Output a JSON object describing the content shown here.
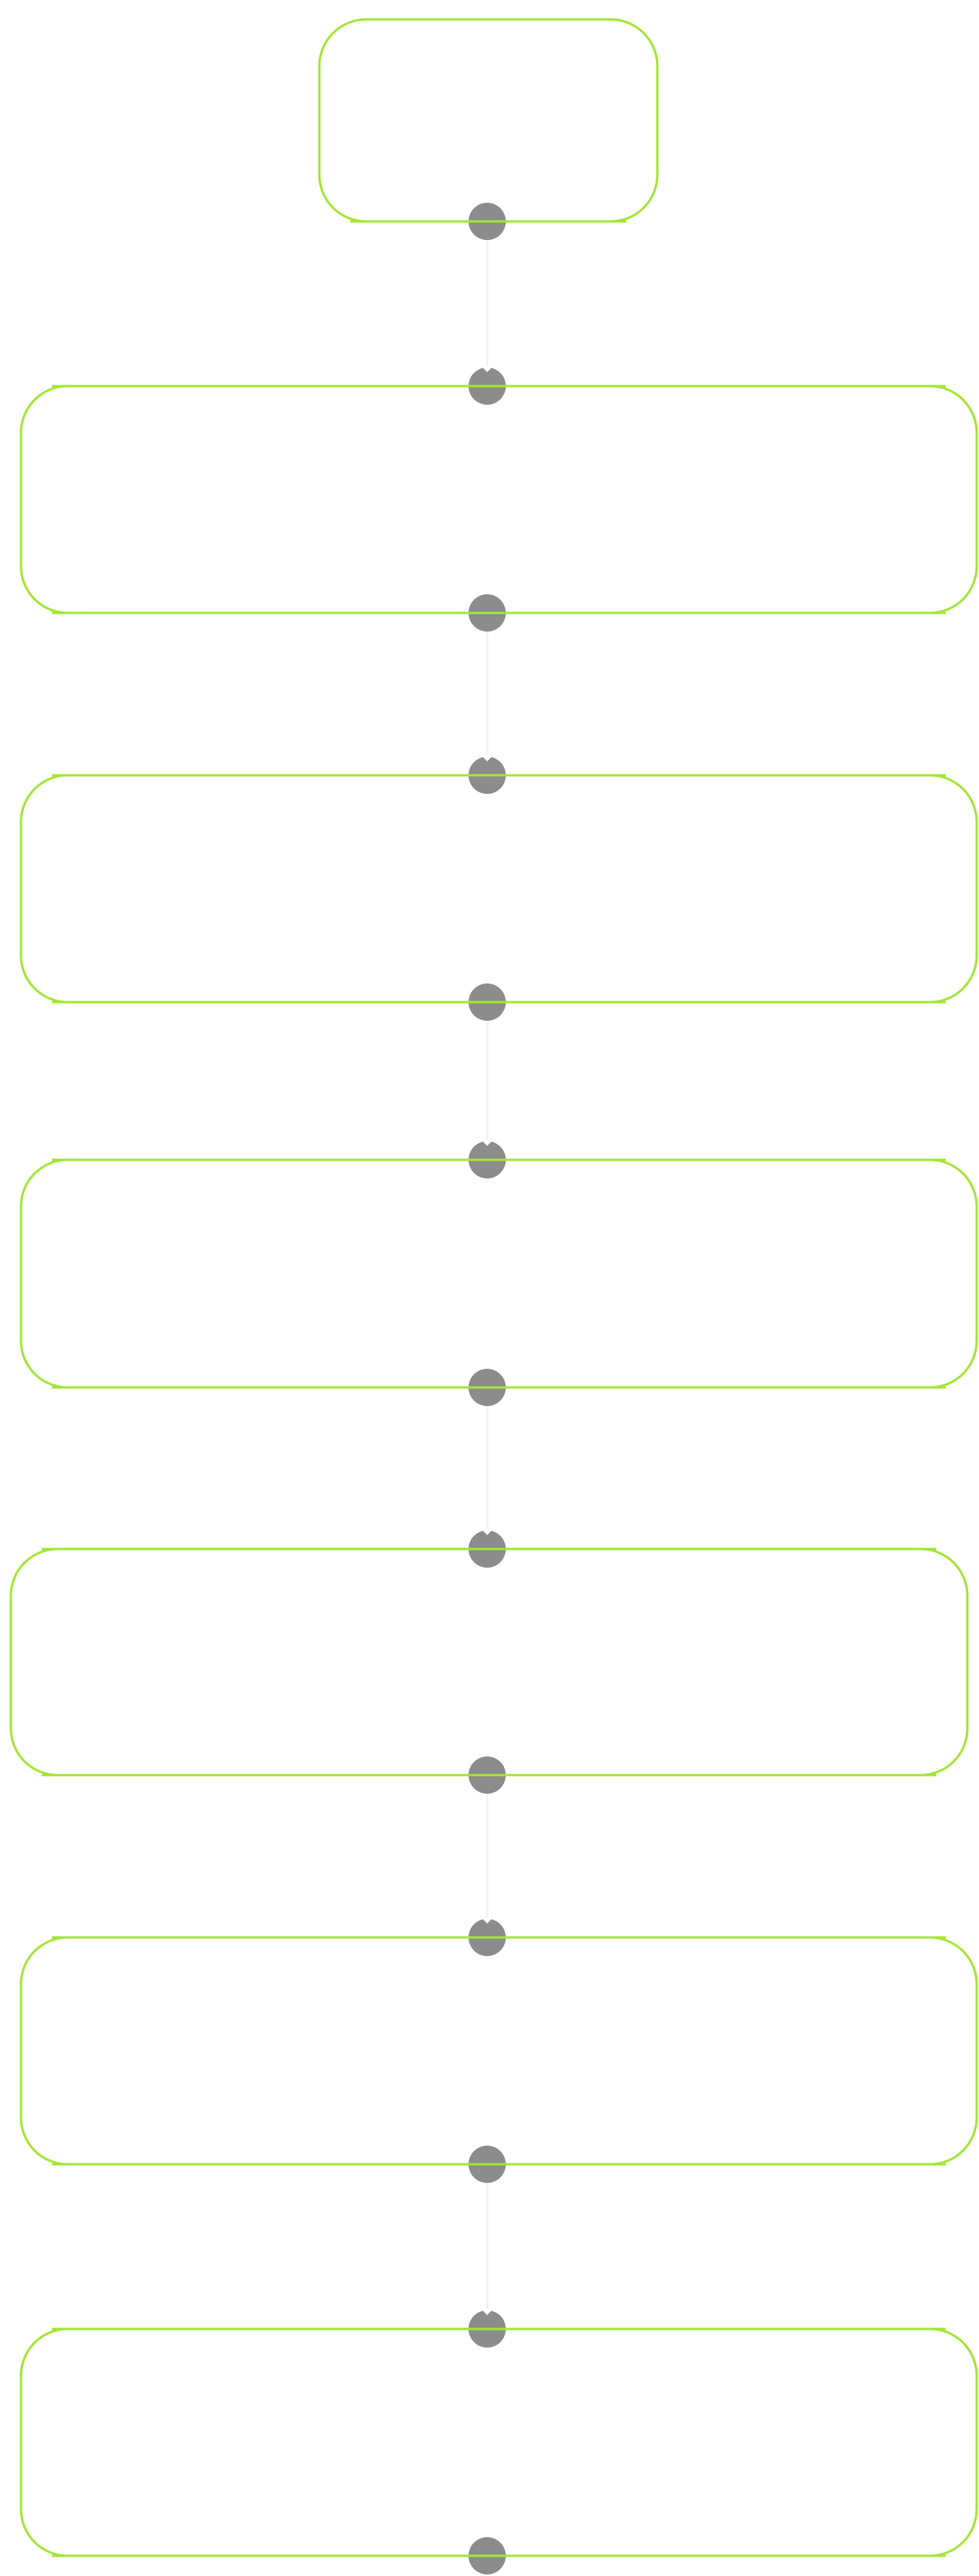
{
  "diagram": {
    "type": "vertical-flowchart",
    "node_count": 7,
    "nodes": [
      {
        "id": "node-1",
        "label": ""
      },
      {
        "id": "node-2",
        "label": ""
      },
      {
        "id": "node-3",
        "label": ""
      },
      {
        "id": "node-4",
        "label": ""
      },
      {
        "id": "node-5",
        "label": ""
      },
      {
        "id": "node-6",
        "label": ""
      },
      {
        "id": "node-7",
        "label": ""
      }
    ],
    "edges": [
      {
        "from": "node-1",
        "to": "node-2"
      },
      {
        "from": "node-2",
        "to": "node-3"
      },
      {
        "from": "node-3",
        "to": "node-4"
      },
      {
        "from": "node-4",
        "to": "node-5"
      },
      {
        "from": "node-5",
        "to": "node-6"
      },
      {
        "from": "node-6",
        "to": "node-7"
      }
    ]
  },
  "colors": {
    "node_border": "#a3e635",
    "port": "#8c8c8c",
    "edge": "#f3f3f3",
    "background": "#ffffff"
  }
}
